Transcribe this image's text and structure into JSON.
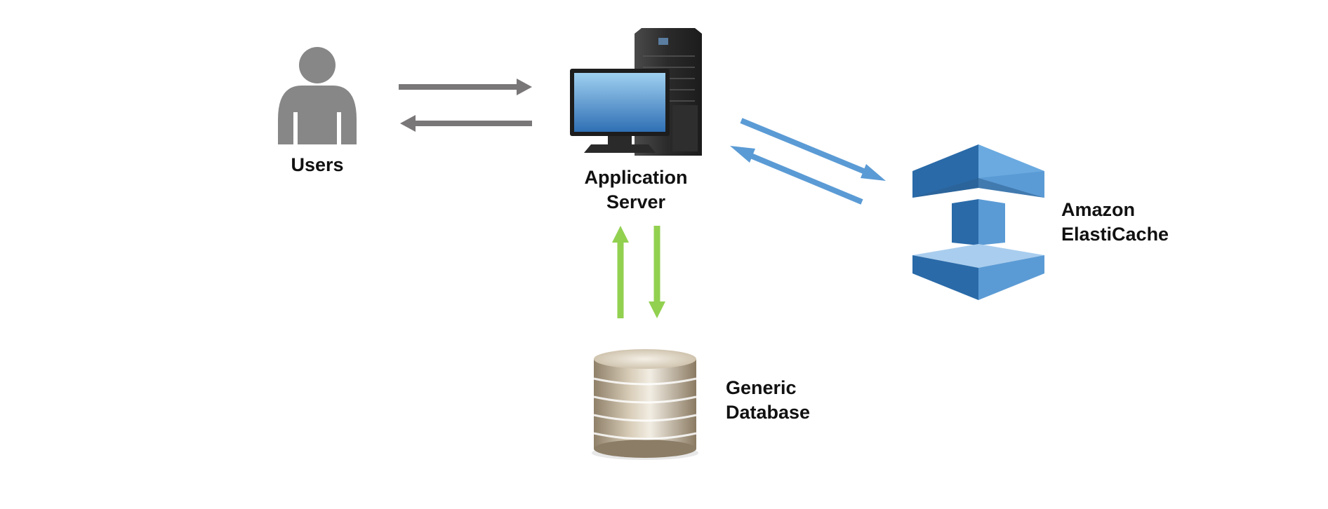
{
  "nodes": {
    "users": {
      "label": "Users",
      "icon": "user-icon"
    },
    "app_server": {
      "label_line1": "Application",
      "label_line2": "Server",
      "icon": "server-computer-icon"
    },
    "elasticache": {
      "label_line1": "Amazon",
      "label_line2": "ElastiCache",
      "icon": "elasticache-icon"
    },
    "database": {
      "label_line1": "Generic",
      "label_line2": "Database",
      "icon": "database-icon"
    }
  },
  "colors": {
    "user_arrows": "#7a7779",
    "cache_arrows": "#5b9bd5",
    "db_arrows": "#92d050",
    "user_icon": "#878787",
    "cache_dark": "#2a6aa8",
    "cache_mid": "#3a80c3",
    "cache_light": "#6aaae0",
    "label_text": "#111111"
  }
}
